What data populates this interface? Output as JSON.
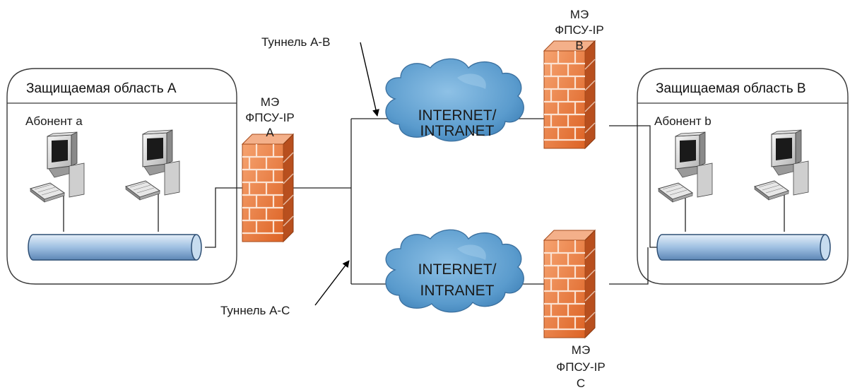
{
  "zone_a": {
    "title": "Защищаемая область А",
    "subscriber": "Абонент a"
  },
  "zone_b": {
    "title": "Защищаемая область В",
    "subscriber": "Абонент b"
  },
  "firewall_a": {
    "line1": "МЭ",
    "line2": "ФПСУ-IP",
    "line3": "А"
  },
  "firewall_b": {
    "line1": "МЭ",
    "line2": "ФПСУ-IP",
    "line3": "В"
  },
  "firewall_c": {
    "line1": "МЭ",
    "line2": "ФПСУ-IP",
    "line3": "С"
  },
  "cloud_top": {
    "line1": "INTERNET/",
    "line2": "INTRANET"
  },
  "cloud_bottom": {
    "line1": "INTERNET/",
    "line2": "INTRANET"
  },
  "tunnel_ab": "Туннель А-В",
  "tunnel_ac": "Туннель А-С",
  "colors": {
    "firewall_front": "#e8763a",
    "firewall_side": "#b84f1e",
    "cloud": "#5f9fce",
    "bus": "#a9c8e8",
    "zone_border": "#333333"
  }
}
